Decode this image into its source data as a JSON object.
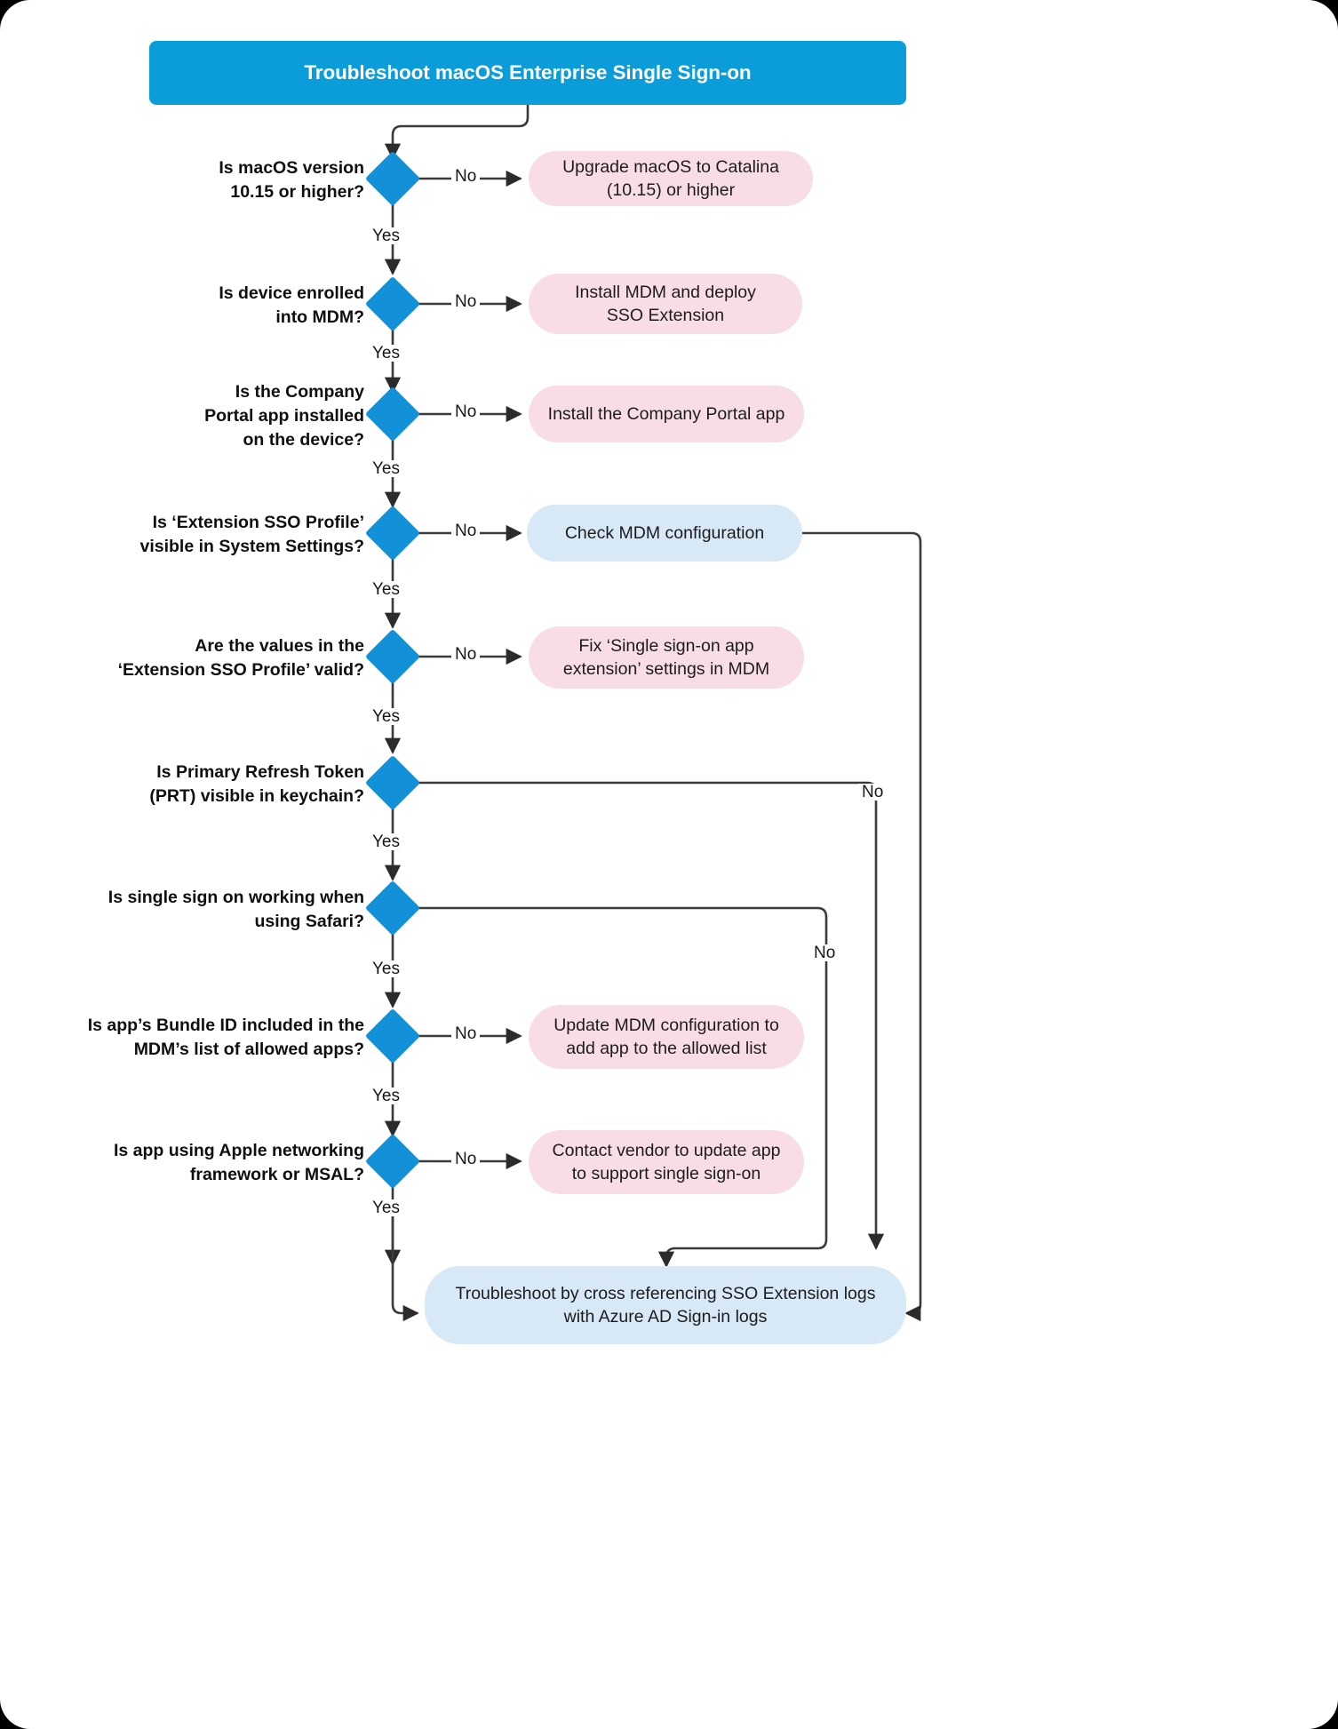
{
  "title": "Troubleshoot macOS Enterprise Single Sign-on",
  "colors": {
    "title_bar": "#0b9dd9",
    "decision": "#1391d8",
    "action_pink": "#f8dee4",
    "action_blue": "#d7e8f6",
    "connector": "#3b3b3b",
    "page_background": "#ffffff",
    "canvas_background": "#000000"
  },
  "decisions": [
    {
      "id": "d1",
      "question": "Is macOS version\n10.15 or higher?",
      "yes_label": "Yes",
      "no_label": "No"
    },
    {
      "id": "d2",
      "question": "Is device enrolled\ninto MDM?",
      "yes_label": "Yes",
      "no_label": "No"
    },
    {
      "id": "d3",
      "question": "Is the Company\nPortal app installed\non the device?",
      "yes_label": "Yes",
      "no_label": "No"
    },
    {
      "id": "d4",
      "question": "Is ‘Extension SSO Profile’\nvisible in System Settings?",
      "yes_label": "Yes",
      "no_label": "No"
    },
    {
      "id": "d5",
      "question": "Are the values in the\n‘Extension SSO Profile’ valid?",
      "yes_label": "Yes",
      "no_label": "No"
    },
    {
      "id": "d6",
      "question": "Is Primary Refresh Token\n(PRT) visible in keychain?",
      "yes_label": "Yes",
      "no_label": "No"
    },
    {
      "id": "d7",
      "question": "Is single sign on working when\nusing Safari?",
      "yes_label": "Yes",
      "no_label": "No"
    },
    {
      "id": "d8",
      "question": "Is app’s Bundle ID included in the\nMDM’s list of allowed apps?",
      "yes_label": "Yes",
      "no_label": "No"
    },
    {
      "id": "d9",
      "question": "Is app using Apple networking\nframework or MSAL?",
      "yes_label": "Yes",
      "no_label": "No"
    }
  ],
  "actions": [
    {
      "id": "a1",
      "text": "Upgrade macOS to Catalina\n(10.15) or higher",
      "style": "pink"
    },
    {
      "id": "a2",
      "text": "Install MDM and deploy\nSSO Extension",
      "style": "pink"
    },
    {
      "id": "a3",
      "text": "Install the Company Portal app",
      "style": "pink"
    },
    {
      "id": "a4",
      "text": "Check MDM configuration",
      "style": "blue"
    },
    {
      "id": "a5",
      "text": "Fix ‘Single sign-on app\nextension’ settings in MDM",
      "style": "pink"
    },
    {
      "id": "a6",
      "text": "Update MDM configuration to\nadd app to the allowed list",
      "style": "pink"
    },
    {
      "id": "a7",
      "text": "Contact vendor to update app\nto support single sign-on",
      "style": "pink"
    },
    {
      "id": "a8",
      "text": "Troubleshoot by cross referencing SSO Extension logs\nwith Azure AD Sign-in logs",
      "style": "blue"
    }
  ],
  "edge_labels": {
    "no_d1": "No",
    "yes_d1": "Yes",
    "no_d2": "No",
    "yes_d2": "Yes",
    "no_d3": "No",
    "yes_d3": "Yes",
    "no_d4": "No",
    "yes_d4": "Yes",
    "no_d5": "No",
    "yes_d5": "Yes",
    "no_d6": "No",
    "yes_d6": "Yes",
    "no_d7": "No",
    "yes_d7": "Yes",
    "no_d8": "No",
    "yes_d8": "Yes",
    "no_d9": "No",
    "yes_d9": "Yes"
  }
}
